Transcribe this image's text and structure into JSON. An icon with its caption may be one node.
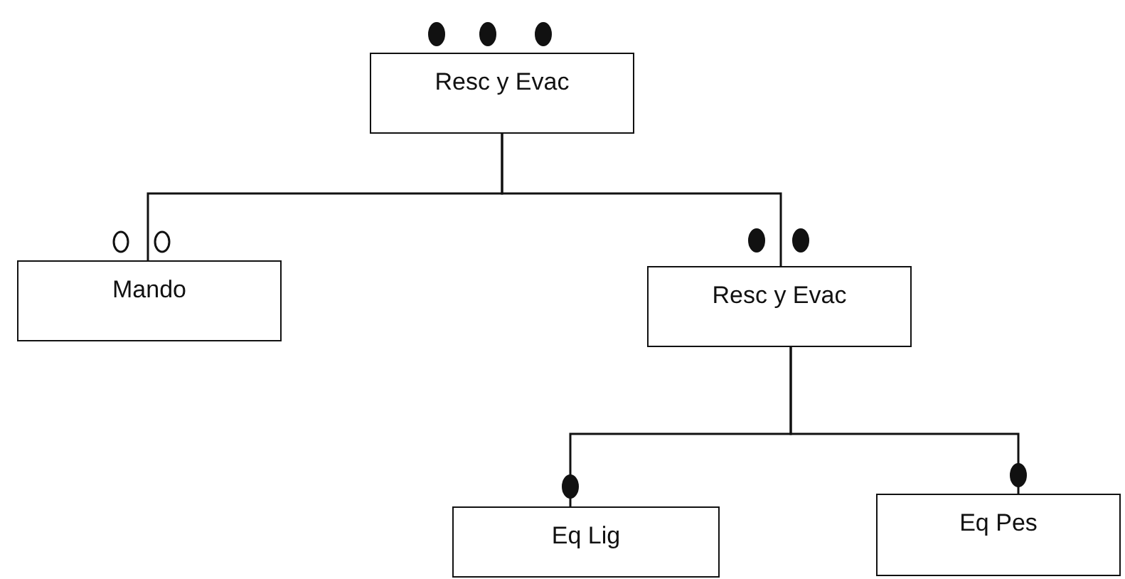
{
  "diagram": {
    "nodes": [
      {
        "text": [
          "Resc y Evac"
        ]
      },
      {
        "text": [
          "Mando"
        ]
      },
      {
        "text": [
          "Resc y Evac"
        ]
      },
      {
        "text": [
          "Eq Lig"
        ]
      },
      {
        "text": [
          "Eq Pes"
        ]
      }
    ],
    "edges": [
      {
        "from": 0,
        "to": 1,
        "arrow": "none"
      },
      {
        "from": 0,
        "to": 2,
        "arrow": "none"
      },
      {
        "from": 2,
        "to": 3,
        "arrow": "none"
      },
      {
        "from": 2,
        "to": 4,
        "arrow": "none"
      }
    ]
  }
}
